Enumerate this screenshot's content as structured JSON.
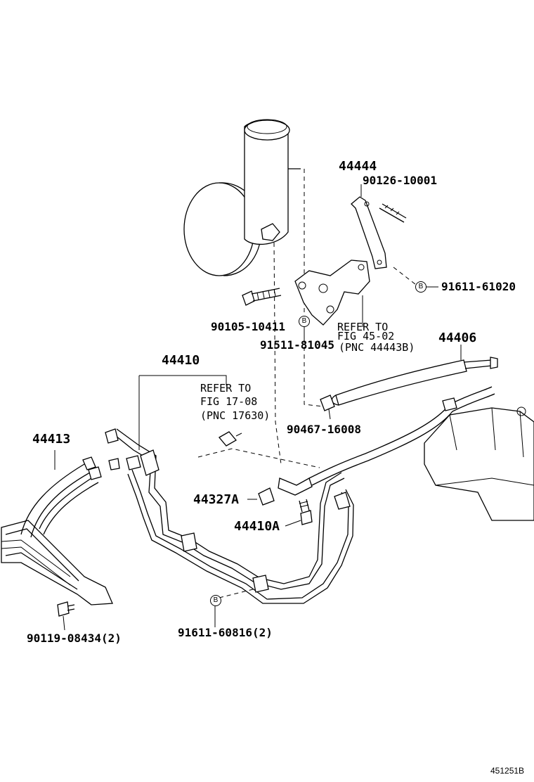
{
  "labels": {
    "p44444": "44444",
    "p90126": "90126-10001",
    "p91611a": "91611-61020",
    "p90105": "90105-10411",
    "p91511": "91511-81045",
    "ref1_l1": "REFER TO",
    "ref1_l2": "FIG 45-02",
    "ref1_l3": "(PNC 44443B)",
    "p44406": "44406",
    "p44410": "44410",
    "ref2_l1": "REFER TO",
    "ref2_l2": "FIG 17-08",
    "ref2_l3": "(PNC 17630)",
    "p90467": "90467-16008",
    "p44413": "44413",
    "p44327a": "44327A",
    "p44410a": "44410A",
    "p90119": "90119-08434(2)",
    "p91611b": "91611-60816(2)",
    "fig_code": "451251B"
  },
  "markers": {
    "b1": "B",
    "b2": "B",
    "b3": "B"
  }
}
